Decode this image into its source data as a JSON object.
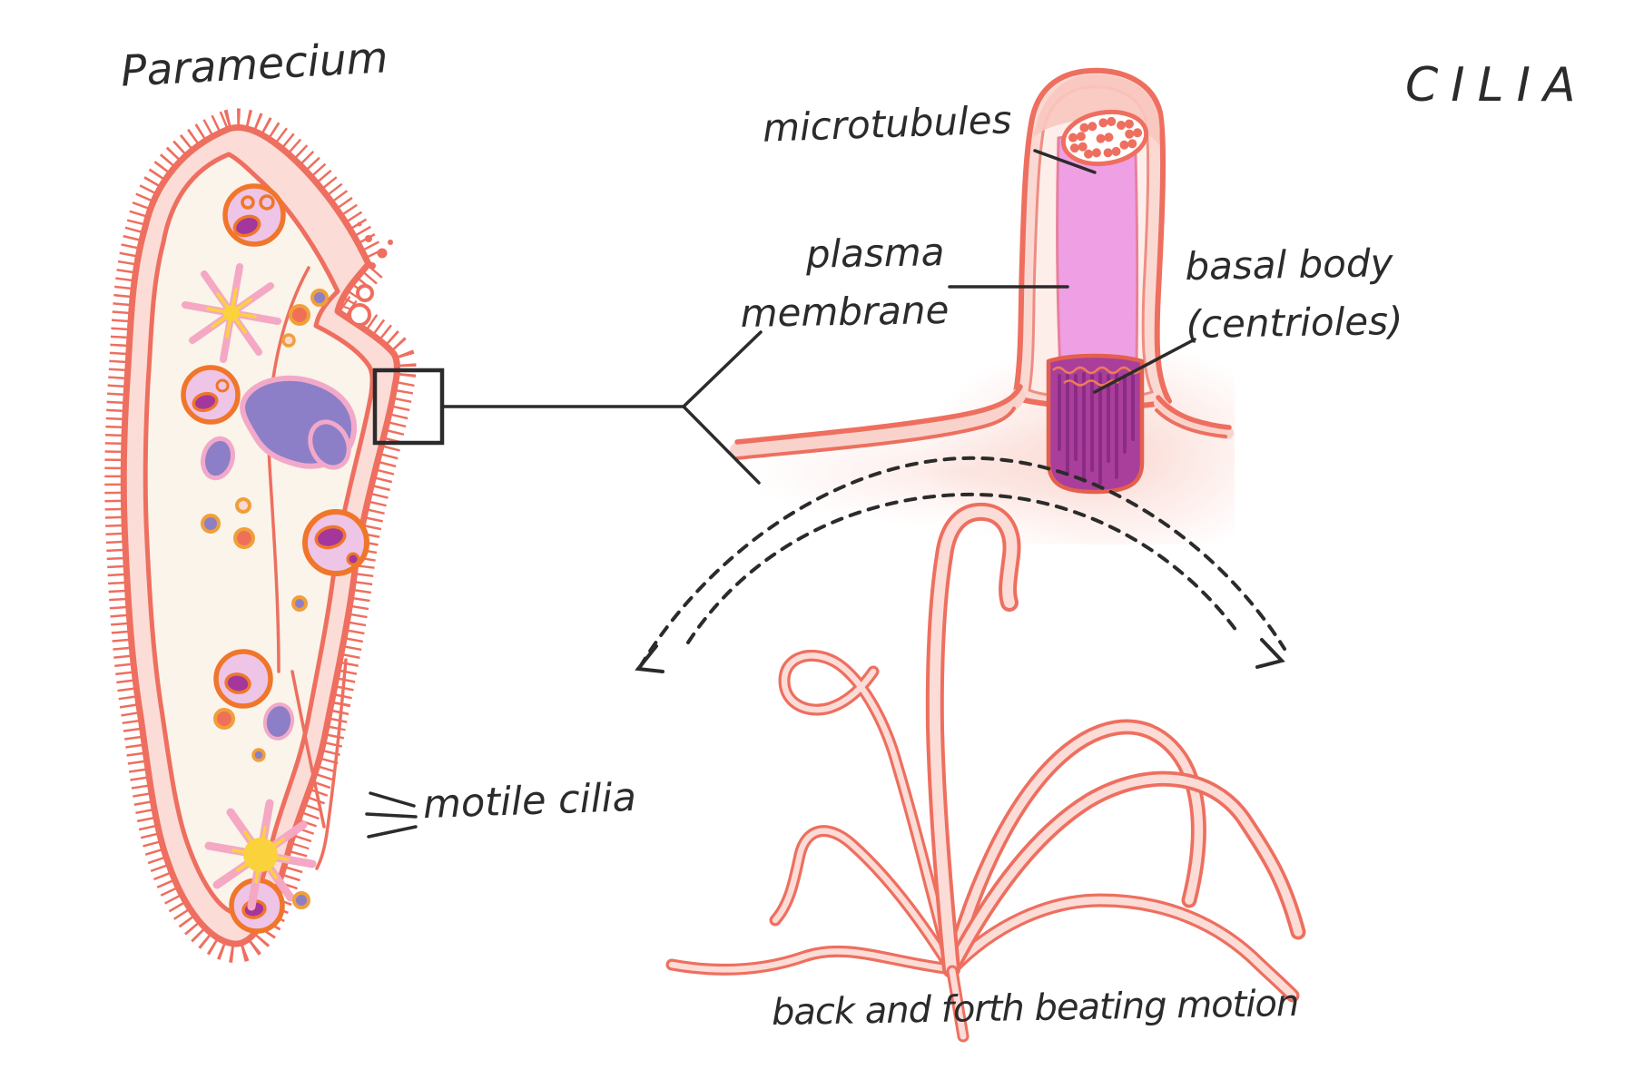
{
  "title": "CILIA",
  "paramecium": {
    "title": "Paramecium",
    "motile_cilia_label": "motile cilia"
  },
  "cilium_closeup": {
    "microtubules_label": "microtubules",
    "plasma_membrane_label": [
      "plasma",
      "membrane"
    ],
    "basal_body_label": [
      "basal body",
      "(centrioles)"
    ]
  },
  "beating_motion": {
    "caption": "back and forth beating motion"
  },
  "colors": {
    "salmon_outline": "#ee6f5f",
    "light_pink": "#fbdcd7",
    "pale_band": "#f9d2cb",
    "cream_interior": "#faf4ea",
    "orchid_shaft": "#efa0e4",
    "magenta_basal": "#a93f9b",
    "magenta_stripe": "#8b2b85",
    "purple_nucleus": "#8d7fc7",
    "pink_outline": "#f2a9c9",
    "vacuole_pink": "#eec5e6",
    "vacuole_purple": "#a3379b",
    "orange_ring": "#f0762b",
    "soft_orange_ring": "#f0a03a",
    "star_pink": "#f5a8c4",
    "yellow": "#fad23c",
    "ink": "#2b2b2b"
  }
}
